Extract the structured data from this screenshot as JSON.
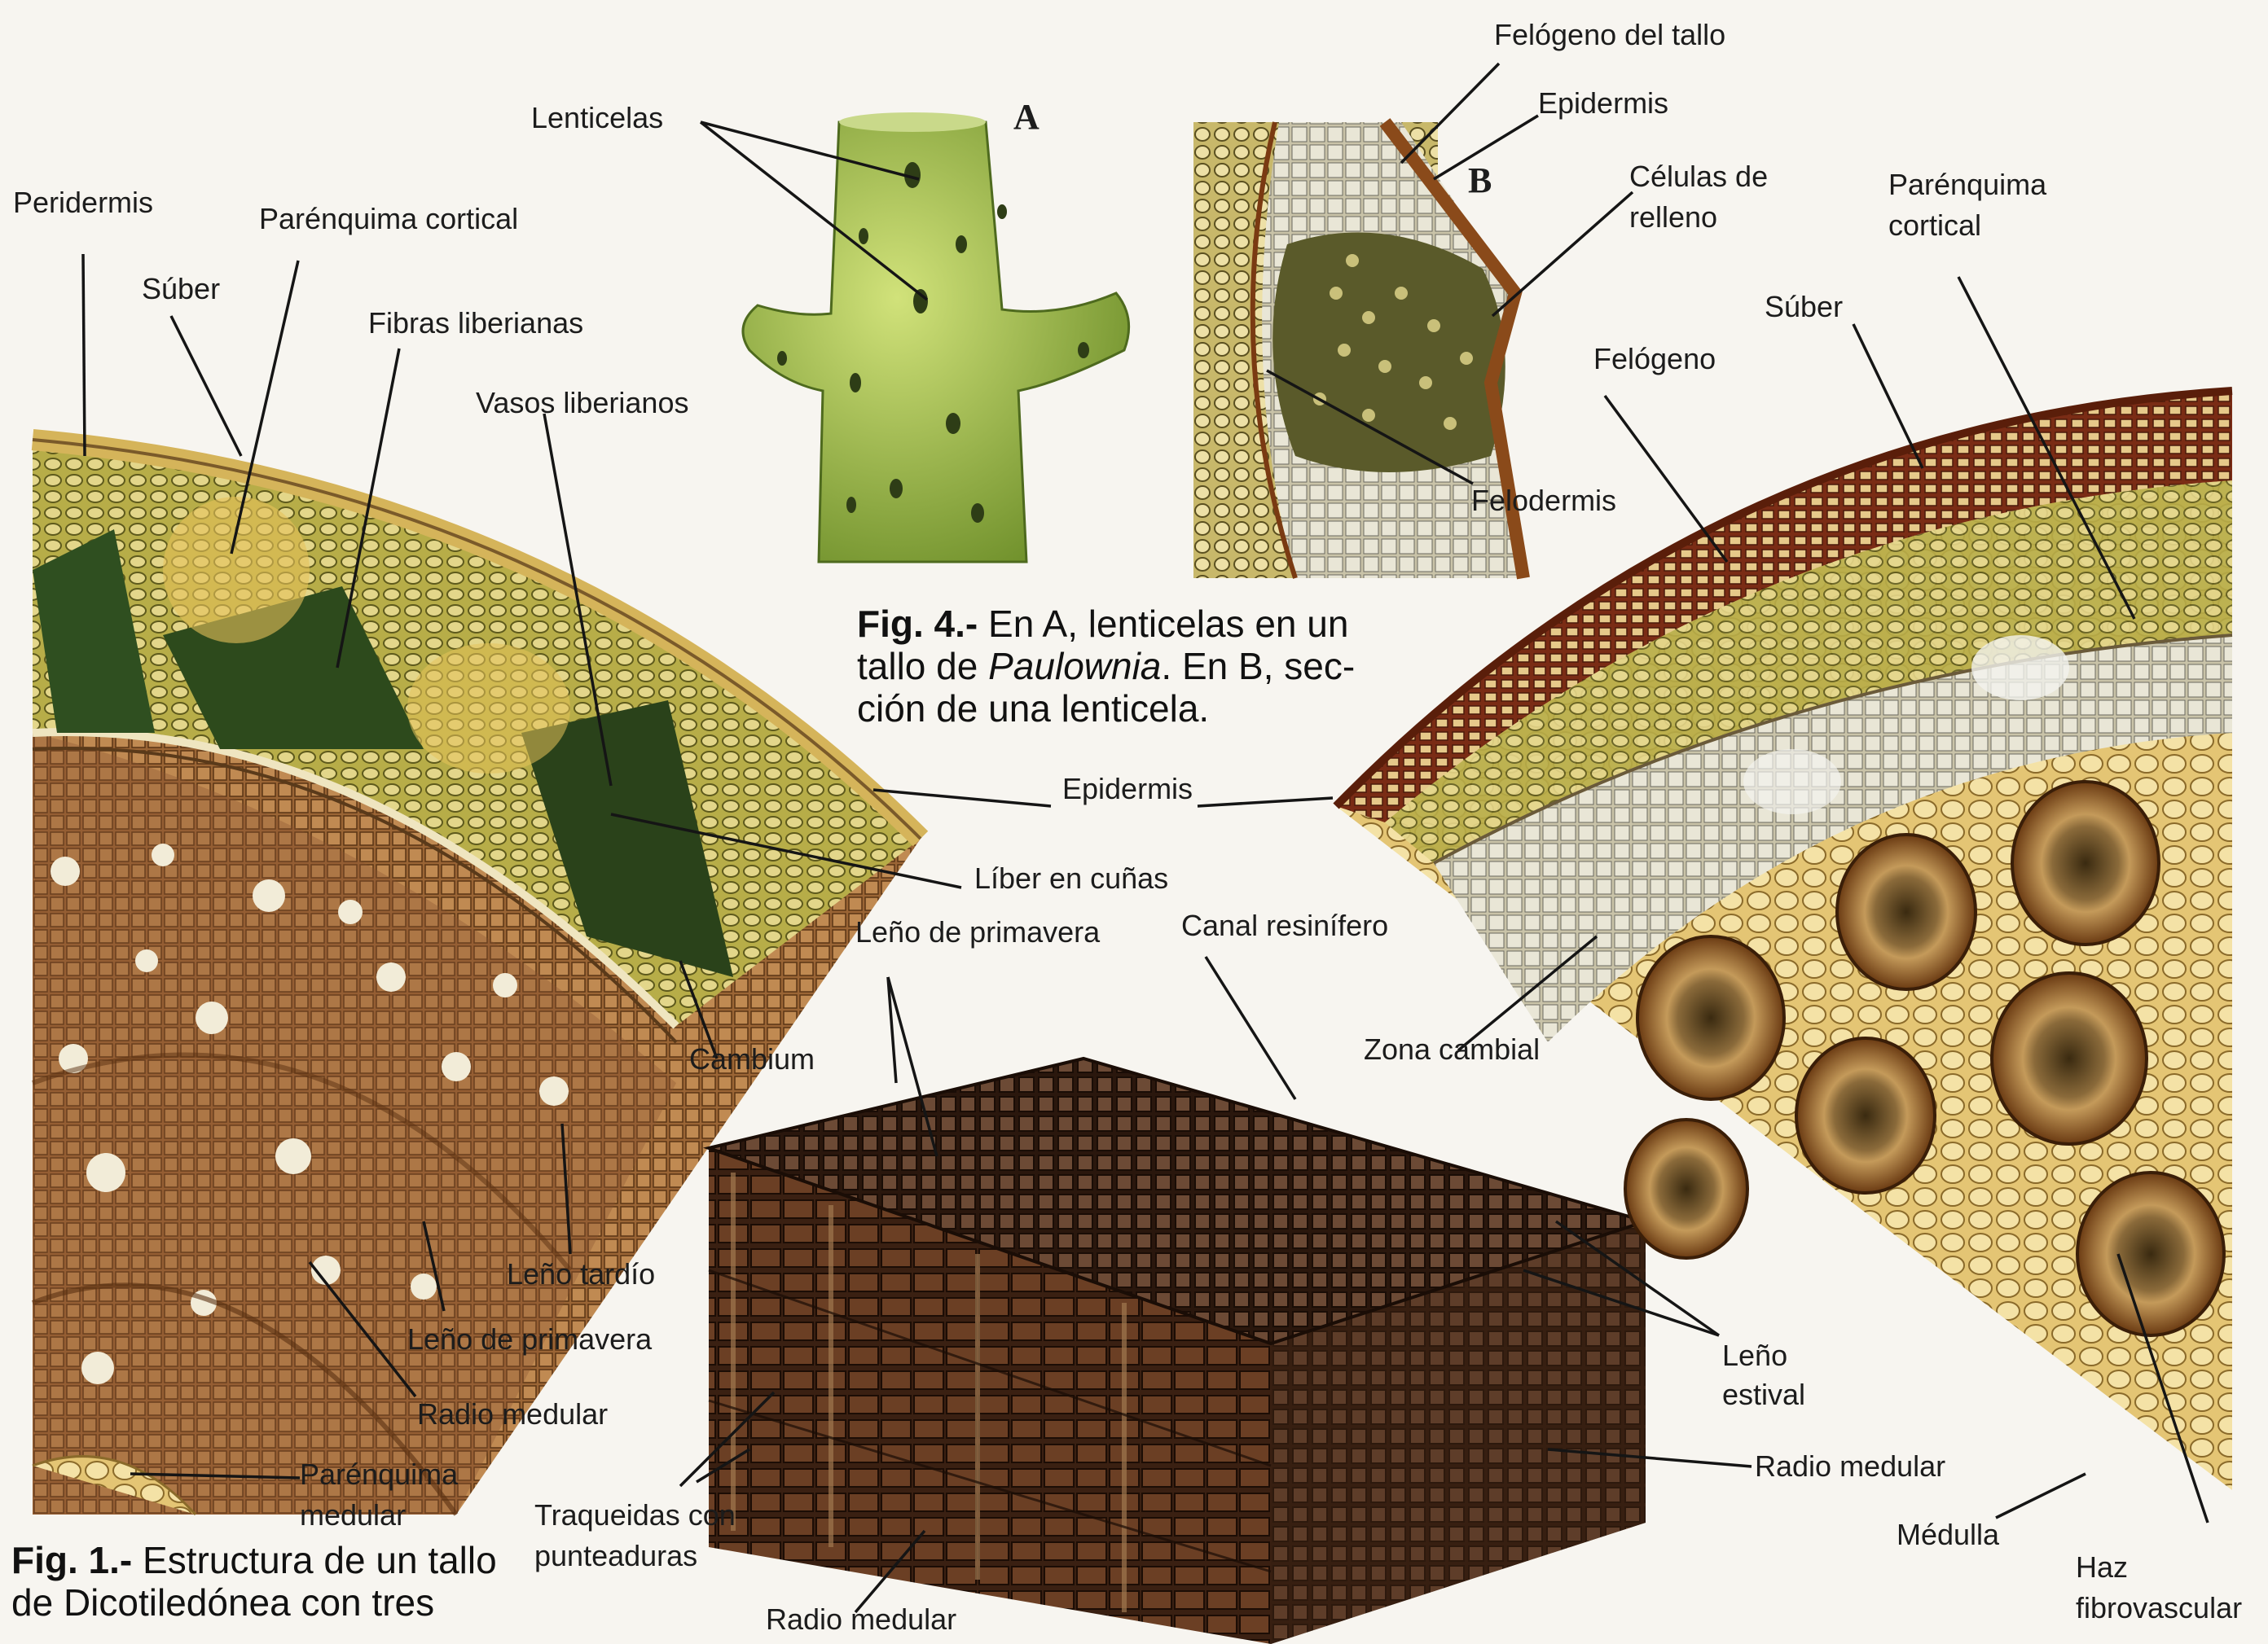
{
  "fig1": {
    "labels": {
      "peridermis": "Peridermis",
      "parenquima_cortical": "Parénquima cortical",
      "suber": "Súber",
      "fibras_liberianas": "Fibras liberianas",
      "vasos_liberianos": "Vasos liberianos",
      "epidermis": "Epidermis",
      "liber_en_cunas": "Líber en cuñas",
      "cambium": "Cambium",
      "leno_tardio": "Leño tardío",
      "leno_de_primavera": "Leño de primavera",
      "radio_medular": "Radio medular",
      "parenquima_medular_1": "Parénquima",
      "parenquima_medular_2": "medular"
    },
    "caption": {
      "bold": "Fig. 1.-",
      "line1": " Estructura de un tallo",
      "line2": "de Dicotiledónea con tres"
    }
  },
  "fig4": {
    "panel_a": "A",
    "panel_b": "B",
    "labels": {
      "lenticelas": "Lenticelas",
      "felogeno_del_tallo": "Felógeno del tallo",
      "epidermis": "Epidermis",
      "celulas_de_relleno_1": "Células de",
      "celulas_de_relleno_2": "relleno",
      "felodermis": "Felodermis"
    },
    "caption": {
      "bold": "Fig. 4.-",
      "line1_a": " En A, lenticelas en un",
      "line2_a": "tallo de ",
      "line2_italic": "Paulownia",
      "line2_b": ". En B, sec-",
      "line3": "ción de una lenticela."
    }
  },
  "block": {
    "labels": {
      "leno_de_primavera": "Leño de primavera",
      "canal_resinifero": "Canal resinífero",
      "leno_estival_1": "Leño",
      "leno_estival_2": "estival",
      "radio_medular_right": "Radio medular",
      "traqueidas_1": "Traqueidas con",
      "traqueidas_2": "punteaduras",
      "radio_medular_bottom": "Radio medular"
    }
  },
  "monocot": {
    "labels": {
      "parenquima_cortical_1": "Parénquima",
      "parenquima_cortical_2": "cortical",
      "suber": "Súber",
      "felogeno": "Felógeno",
      "zona_cambial": "Zona cambial",
      "medulla": "Médulla",
      "haz_1": "Haz",
      "haz_2": "fibrovascular"
    }
  },
  "colors": {
    "background": "#f7f5f0",
    "cortex_green": "#b8b04a",
    "wood_brown": "#8a5a2e",
    "block_brown": "#3e2416",
    "stem_green": "#9fbf4a",
    "bundle_brown": "#6a3a12",
    "pith_cream": "#f0dfa0",
    "leader_line": "#151515"
  }
}
